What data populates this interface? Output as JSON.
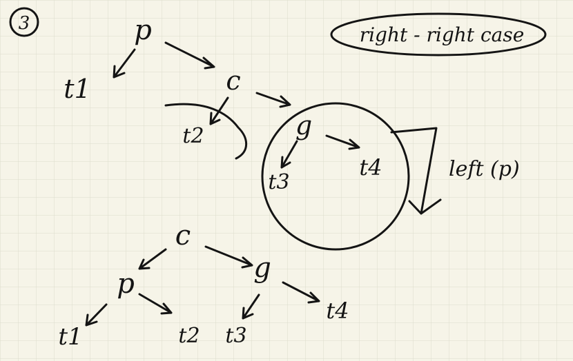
{
  "step_number": "3",
  "case_label": "right - right case",
  "operation_label": "left (p)",
  "before": {
    "p": "p",
    "t1": "t1",
    "c": "c",
    "t2": "t2",
    "g": "g",
    "t3": "t3",
    "t4": "t4"
  },
  "after": {
    "c": "c",
    "p": "p",
    "g": "g",
    "t1": "t1",
    "t2": "t2",
    "t3": "t3",
    "t4": "t4"
  }
}
